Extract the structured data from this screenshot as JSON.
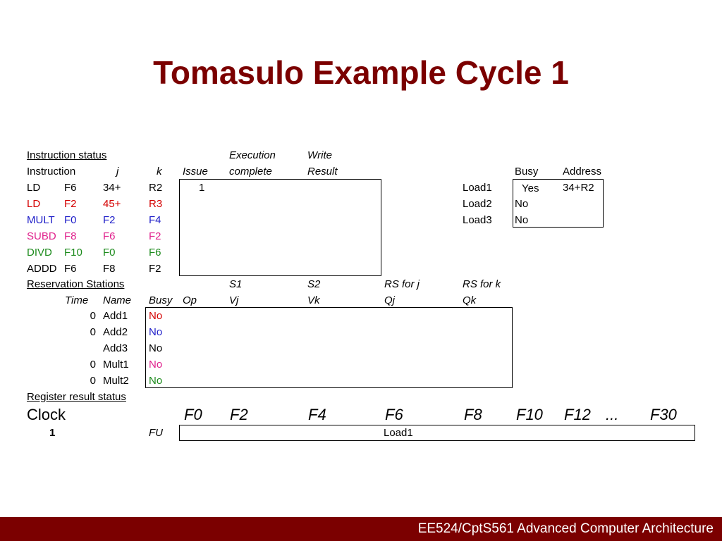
{
  "title": "Tomasulo Example Cycle 1",
  "colors": {
    "black": "#000000",
    "red": "#d40000",
    "blue": "#1c1cc8",
    "magenta": "#e0208c",
    "green": "#1b8a1b"
  },
  "instruction_status": {
    "section_label": "Instruction status",
    "headers_top": {
      "execution": "Execution",
      "write": "Write"
    },
    "headers": {
      "instruction": "Instruction",
      "j": "j",
      "k": "k",
      "issue": "Issue",
      "complete": "complete",
      "result": "Result"
    },
    "rows": [
      {
        "op": "LD",
        "dest": "F6",
        "j": "34+",
        "k": "R2",
        "issue": "1",
        "color": "black"
      },
      {
        "op": "LD",
        "dest": "F2",
        "j": "45+",
        "k": "R3",
        "issue": "",
        "color": "red"
      },
      {
        "op": "MULT",
        "dest": "F0",
        "j": "F2",
        "k": "F4",
        "issue": "",
        "color": "blue"
      },
      {
        "op": "SUBD",
        "dest": "F8",
        "j": "F6",
        "k": "F2",
        "issue": "",
        "color": "magenta"
      },
      {
        "op": "DIVD",
        "dest": "F10",
        "j": "F0",
        "k": "F6",
        "issue": "",
        "color": "green"
      },
      {
        "op": "ADDD",
        "dest": "F6",
        "j": "F8",
        "k": "F2",
        "issue": "",
        "color": "black"
      }
    ]
  },
  "load_buffers": {
    "headers": {
      "busy": "Busy",
      "address": "Address"
    },
    "rows": [
      {
        "name": "Load1",
        "busy": "Yes",
        "address": "34+R2"
      },
      {
        "name": "Load2",
        "busy": "No",
        "address": ""
      },
      {
        "name": "Load3",
        "busy": "No",
        "address": ""
      }
    ]
  },
  "reservation_stations": {
    "section_label": "Reservation Stations",
    "headers_top": {
      "s1": "S1",
      "s2": "S2",
      "rsj": "RS for j",
      "rsk": "RS for k"
    },
    "headers": {
      "time": "Time",
      "name": "Name",
      "busy": "Busy",
      "op": "Op",
      "vj": "Vj",
      "vk": "Vk",
      "qj": "Qj",
      "qk": "Qk"
    },
    "rows": [
      {
        "time": "0",
        "name": "Add1",
        "busy": "No",
        "color": "red"
      },
      {
        "time": "0",
        "name": "Add2",
        "busy": "No",
        "color": "blue"
      },
      {
        "time": "",
        "name": "Add3",
        "busy": "No",
        "color": "black"
      },
      {
        "time": "0",
        "name": "Mult1",
        "busy": "No",
        "color": "magenta"
      },
      {
        "time": "0",
        "name": "Mult2",
        "busy": "No",
        "color": "green"
      }
    ]
  },
  "register_status": {
    "section_label": "Register result status",
    "clock_label": "Clock",
    "clock_value": "1",
    "fu_label": "FU",
    "registers": [
      "F0",
      "F2",
      "F4",
      "F6",
      "F8",
      "F10",
      "F12",
      "...",
      "F30"
    ],
    "fu_values": [
      "",
      "",
      "",
      "Load1",
      "",
      "",
      "",
      "",
      ""
    ]
  },
  "footer": "EE524/CptS561 Advanced Computer Architecture"
}
